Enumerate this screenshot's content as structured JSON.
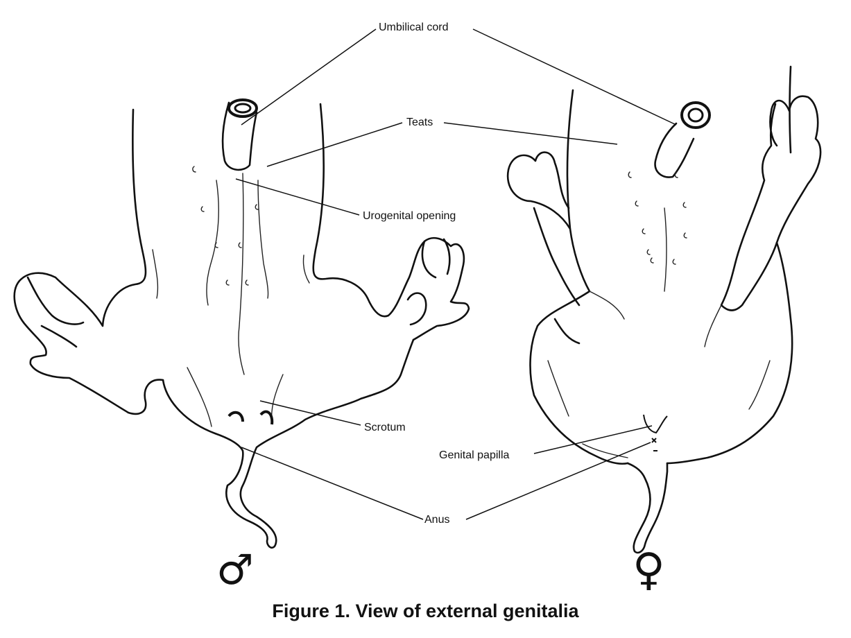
{
  "labels": {
    "umbilical_cord": "Umbilical cord",
    "teats": "Teats",
    "urogenital_opening": "Urogenital opening",
    "scrotum": "Scrotum",
    "genital_papilla": "Genital papilla",
    "anus": "Anus"
  },
  "symbols": {
    "male": "♂",
    "female": "♀"
  },
  "caption": "Figure 1. View of external genitalia"
}
